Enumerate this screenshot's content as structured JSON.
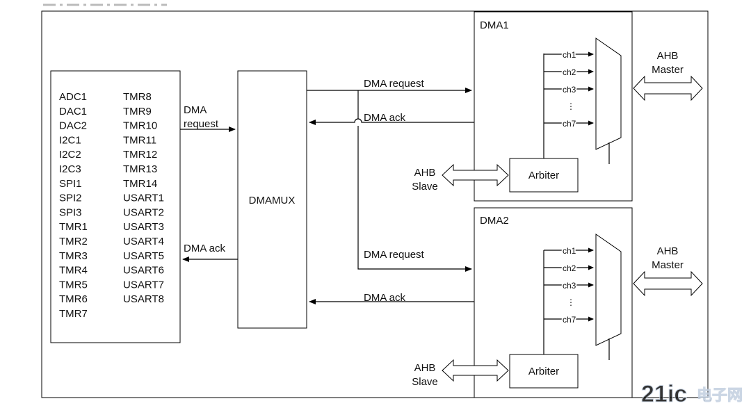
{
  "periph_col1": [
    "ADC1",
    "DAC1",
    "DAC2",
    "I2C1",
    "I2C2",
    "I2C3",
    "SPI1",
    "SPI2",
    "SPI3",
    "TMR1",
    "TMR2",
    "TMR3",
    "TMR4",
    "TMR5",
    "TMR6",
    "TMR7"
  ],
  "periph_col2": [
    "TMR8",
    "TMR9",
    "TMR10",
    "TMR11",
    "TMR12",
    "TMR13",
    "TMR14",
    "USART1",
    "USART2",
    "USART3",
    "USART4",
    "USART5",
    "USART6",
    "USART7",
    "USART8"
  ],
  "labels": {
    "dma_request_left_1": "DMA",
    "dma_request_left_2": "request",
    "dma_ack_left": "DMA ack",
    "dmamux": "DMAMUX",
    "dma1": "DMA1",
    "dma2": "DMA2",
    "dma_request": "DMA request",
    "dma_ack": "DMA ack",
    "arbiter": "Arbiter",
    "ahb": "AHB",
    "master": "Master",
    "slave": "Slave",
    "dots": "⋮"
  },
  "channels": [
    "ch1",
    "ch2",
    "ch3",
    "ch7"
  ],
  "watermark": {
    "latin": "21ic",
    "cjk": "电子网"
  }
}
